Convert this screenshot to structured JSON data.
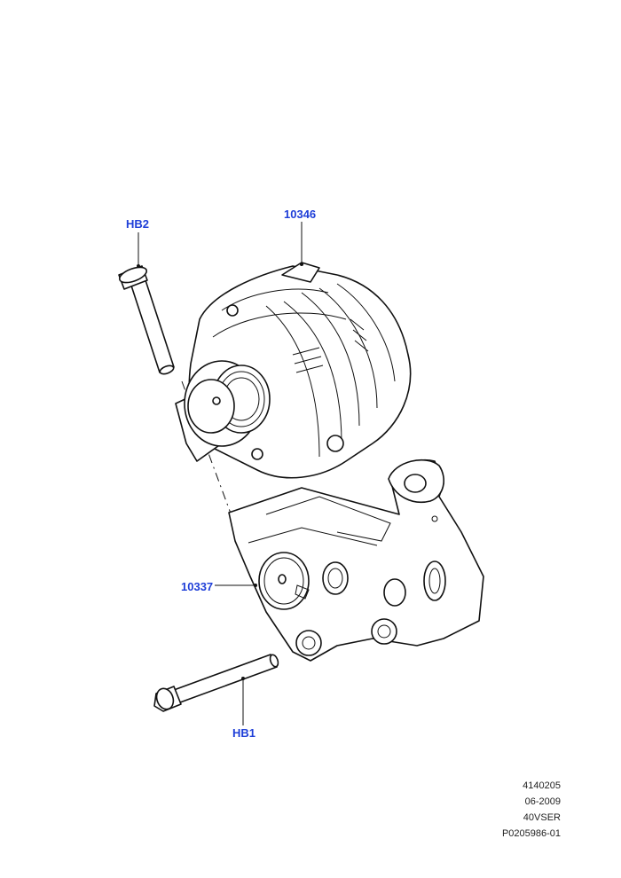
{
  "callouts": {
    "hb2": "HB2",
    "alternator": "10346",
    "bracket": "10337",
    "hb1": "HB1"
  },
  "footer": {
    "line1": "4140205",
    "line2": "06-2009",
    "line3": "40VSER",
    "line4": "P0205986-01"
  },
  "colors": {
    "callout": "#1f3fd8",
    "linework": "#111111",
    "background": "#ffffff"
  }
}
